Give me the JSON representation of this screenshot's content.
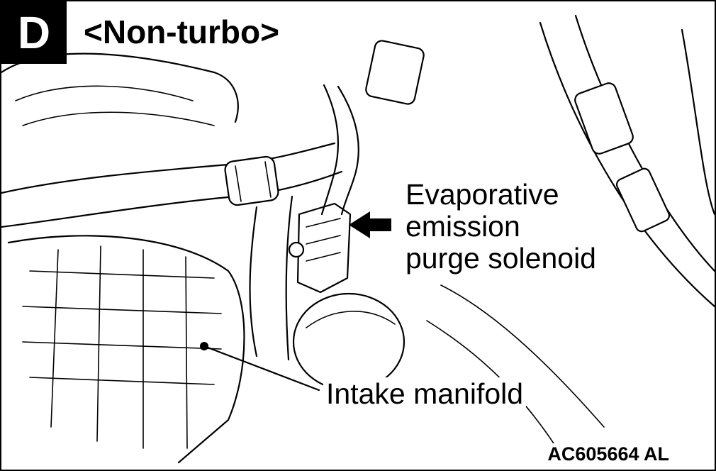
{
  "section": {
    "badge": "D",
    "title": "<Non-turbo>"
  },
  "labels": {
    "purge_line1": "Evaporative",
    "purge_line2": "emission",
    "purge_line3": "purge solenoid",
    "intake": "Intake manifold"
  },
  "figure_code": "AC605664 AL"
}
